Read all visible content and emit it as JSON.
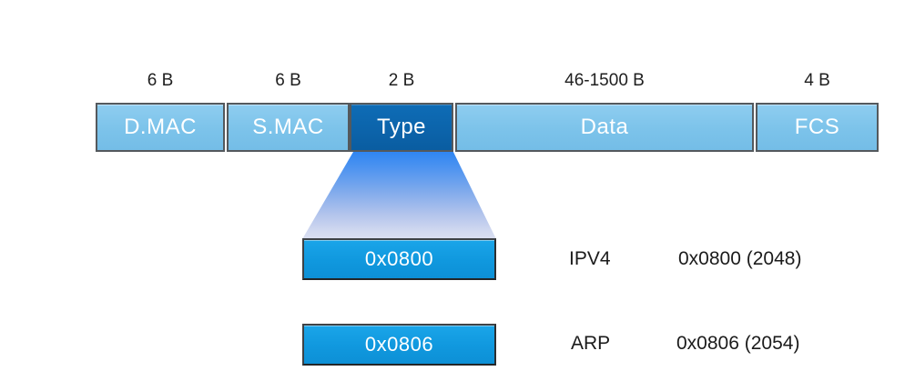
{
  "diagram": {
    "title": "ethernet-frame-format",
    "frame": {
      "fields": [
        {
          "id": "dmac",
          "label": "D.MAC",
          "size": "6 B",
          "highlighted": false
        },
        {
          "id": "smac",
          "label": "S.MAC",
          "size": "6 B",
          "highlighted": false
        },
        {
          "id": "type",
          "label": "Type",
          "size": "2 B",
          "highlighted": true
        },
        {
          "id": "data",
          "label": "Data",
          "size": "46-1500 B",
          "highlighted": false
        },
        {
          "id": "fcs",
          "label": "FCS",
          "size": "4 B",
          "highlighted": false
        }
      ]
    },
    "ethertype_entries": [
      {
        "code": "0x0800",
        "protocol": "IPV4",
        "value": "0x0800 (2048)"
      },
      {
        "code": "0x0806",
        "protocol": "ARP",
        "value": "0x0806 (2054)"
      }
    ],
    "colors": {
      "field_fill": "#7cc3ea",
      "type_field_fill": "#0c64ab",
      "ethertype_box_fill": "#1098de",
      "funnel_top": "#2f86f2",
      "funnel_bottom": "#dadff1",
      "border": "#54595d",
      "text_dark": "#1f1f1f",
      "text_light": "#ffffff"
    }
  }
}
